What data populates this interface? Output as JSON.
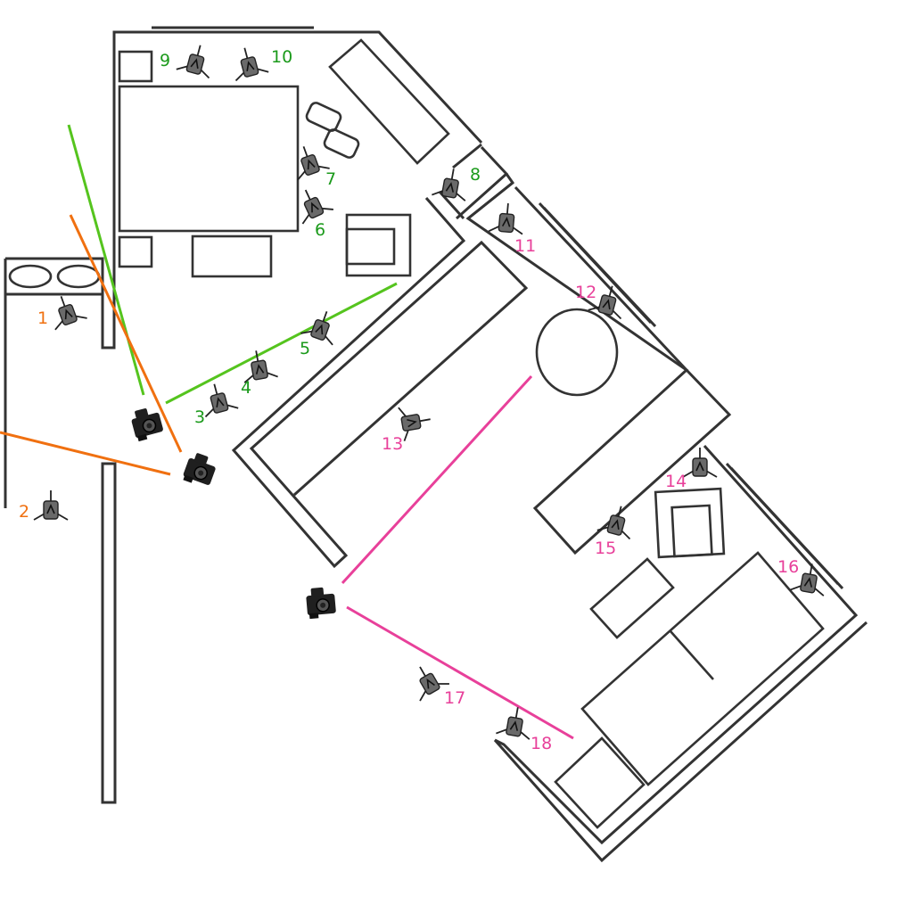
{
  "colors": {
    "orange": "#f07010",
    "green": "#1b9a1b",
    "green_line": "#55c41e",
    "pink": "#e8409a",
    "wall": "#333333",
    "light_body": "#6a6a6a",
    "camera": "#1f1f1f"
  },
  "lights": [
    {
      "id": "1",
      "label": "1",
      "group": "orange"
    },
    {
      "id": "2",
      "label": "2",
      "group": "orange"
    },
    {
      "id": "3",
      "label": "3",
      "group": "green"
    },
    {
      "id": "4",
      "label": "4",
      "group": "green"
    },
    {
      "id": "5",
      "label": "5",
      "group": "green"
    },
    {
      "id": "6",
      "label": "6",
      "group": "green"
    },
    {
      "id": "7",
      "label": "7",
      "group": "green"
    },
    {
      "id": "8",
      "label": "8",
      "group": "green"
    },
    {
      "id": "9",
      "label": "9",
      "group": "green"
    },
    {
      "id": "10",
      "label": "10",
      "group": "green"
    },
    {
      "id": "11",
      "label": "11",
      "group": "pink"
    },
    {
      "id": "12",
      "label": "12",
      "group": "pink"
    },
    {
      "id": "13",
      "label": "13",
      "group": "pink"
    },
    {
      "id": "14",
      "label": "14",
      "group": "pink"
    },
    {
      "id": "15",
      "label": "15",
      "group": "pink"
    },
    {
      "id": "16",
      "label": "16",
      "group": "pink"
    },
    {
      "id": "17",
      "label": "17",
      "group": "pink"
    },
    {
      "id": "18",
      "label": "18",
      "group": "pink"
    }
  ],
  "cameras": [
    {
      "id": "camera-green",
      "group": "green",
      "icon": "camera-icon"
    },
    {
      "id": "camera-orange",
      "group": "orange",
      "icon": "camera-icon"
    },
    {
      "id": "camera-pink",
      "group": "pink",
      "icon": "camera-icon"
    }
  ]
}
